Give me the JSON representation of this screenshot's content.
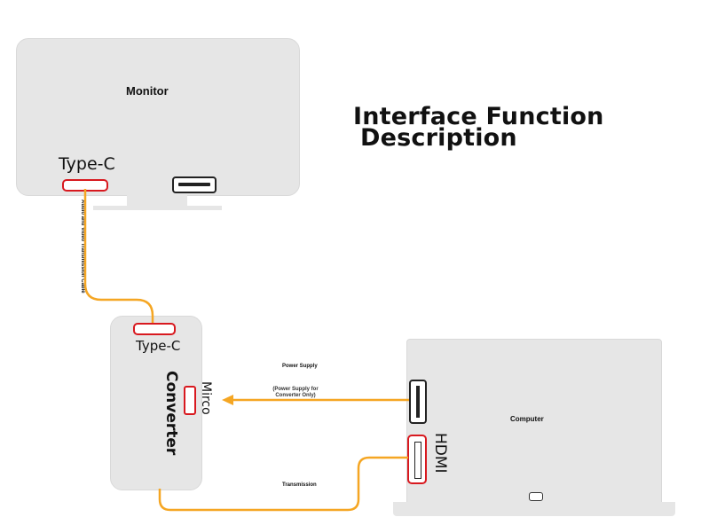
{
  "title": {
    "line1": "Interface Function",
    "line2": "Description"
  },
  "monitor": {
    "label": "Monitor",
    "port_label": "Type-C"
  },
  "cable": {
    "label": "Audio and Video Transmission Cable"
  },
  "converter": {
    "label": "Converter",
    "typec_label": "Type-C",
    "micro_label": "Mirco"
  },
  "computer": {
    "label": "Computer",
    "hdmi_label": "HDMI"
  },
  "power": {
    "label": "Power Supply",
    "note": "(Power Supply for Converter Only)"
  },
  "transmission": {
    "label": "Transmission"
  },
  "colors": {
    "wire": "#f5a623",
    "port_red": "#d8191f",
    "device": "#e6e6e6"
  }
}
